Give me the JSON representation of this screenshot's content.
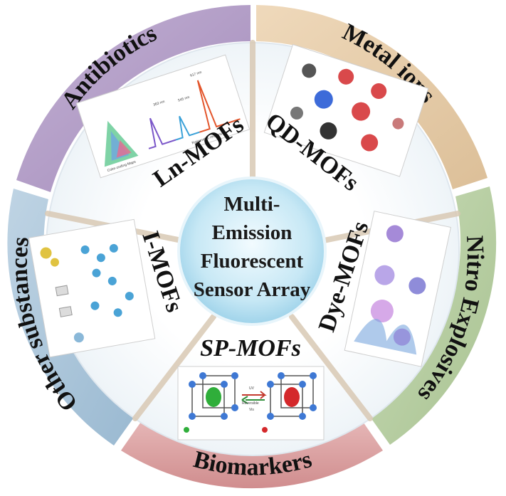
{
  "center": {
    "lines": [
      "Multi-",
      "Emission",
      "Fluorescent",
      "Sensor Array"
    ]
  },
  "mofs": {
    "ln": "Ln-MOFs",
    "qd": "QD-MOFs",
    "dye": "Dye-MOFs",
    "sp": "SP-MOFs",
    "i": "I-MOFs"
  },
  "analytes": {
    "antibiotics": "Antibiotics",
    "metal_ions": "Metal ions",
    "nitro_explosives": "Nitro Explosives",
    "biomarkers": "Biomarkers",
    "other_substances": "Other substances"
  },
  "thumbnails": {
    "ln_mof": {
      "peak_617": "617 nm",
      "peak_545": "545 nm",
      "peak_363": "363 nm",
      "ratiometric": "Ratiometric response",
      "color_coding": "Color-coding Maps"
    },
    "sp_mof": {
      "uv": "UV",
      "reversible": "Reversible",
      "vis": "Vis"
    }
  },
  "colors": {
    "antibiotics": "#b7a3c9",
    "metal_ions": "#e7cfae",
    "nitro_explosives": "#b9cfa6",
    "biomarkers": "#dba0a1",
    "other_substances": "#adc6da",
    "center": "#bfe4f3"
  }
}
